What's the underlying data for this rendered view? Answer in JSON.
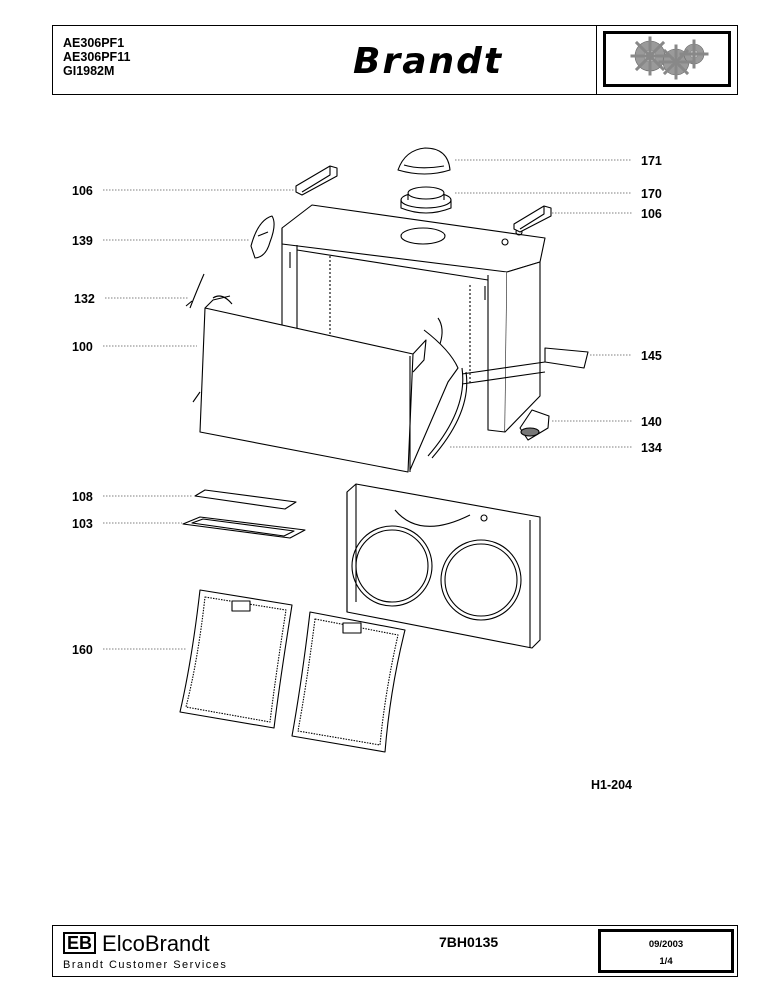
{
  "header": {
    "models": [
      "AE306PF1",
      "AE306PF11",
      "GI1982M"
    ],
    "brand": "Brandt",
    "logo_icon": "gears-icon"
  },
  "parts": [
    {
      "ref": "171",
      "side": "right"
    },
    {
      "ref": "106",
      "side": "left"
    },
    {
      "ref": "170",
      "side": "right"
    },
    {
      "ref": "106",
      "side": "right"
    },
    {
      "ref": "139",
      "side": "left"
    },
    {
      "ref": "132",
      "side": "left"
    },
    {
      "ref": "100",
      "side": "left"
    },
    {
      "ref": "145",
      "side": "right"
    },
    {
      "ref": "140",
      "side": "right"
    },
    {
      "ref": "134",
      "side": "right"
    },
    {
      "ref": "108",
      "side": "left"
    },
    {
      "ref": "103",
      "side": "left"
    },
    {
      "ref": "160",
      "side": "left"
    }
  ],
  "drawing_ref": "H1-204",
  "footer": {
    "logo_mark": "EB",
    "company": "ElcoBrandt",
    "subtitle": "Brandt Customer Services",
    "code": "7BH0135",
    "date": "09/2003",
    "page": "1/4"
  }
}
